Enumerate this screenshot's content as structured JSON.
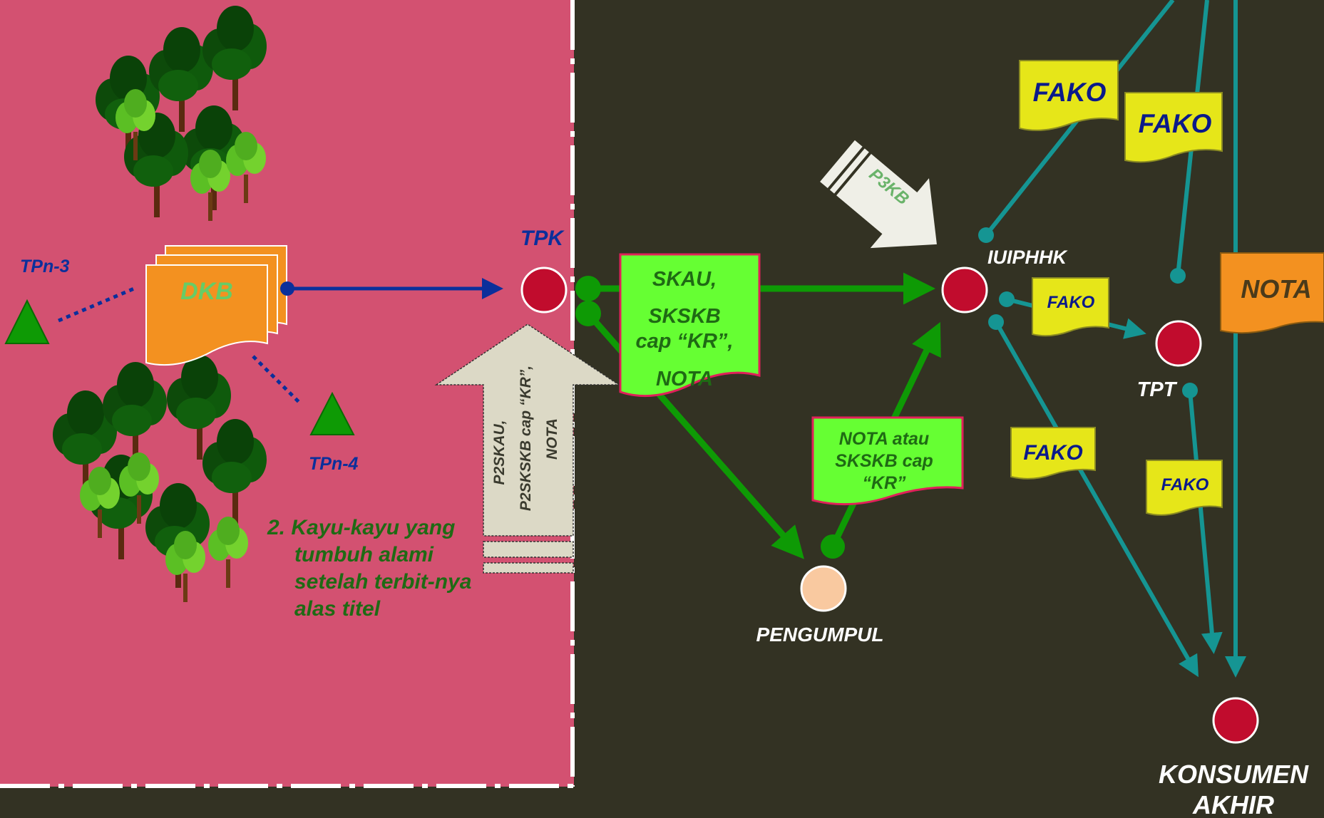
{
  "colors": {
    "background": "#333223",
    "forest_zone": "#d35171",
    "node_red": "#c10c2d",
    "node_collector": "#f9c9a0",
    "green_flow": "#0e9a05",
    "teal_flow": "#159593",
    "blue_flow": "#0b2f9b",
    "doc_green": "#66ff33",
    "doc_yellow": "#e6e619",
    "doc_orange": "#f39120",
    "arrow_gray": "#dcd9c6"
  },
  "nodes": {
    "tpk": "TPK",
    "iuiphhk": "IUIPHHK",
    "tpt": "TPT",
    "pengumpul": "PENGUMPUL",
    "konsumen_line1": "KONSUMEN",
    "konsumen_line2": "AKHIR",
    "tpn3": "TPn-3",
    "tpn4": "TPn-4"
  },
  "documents": {
    "dkb": "DKB",
    "skau_line1": "SKAU,",
    "skau_line2": "SKSKB",
    "skau_line3": "cap “KR”,",
    "skau_line4": "NOTA",
    "nota_sksk_line1": "NOTA  atau",
    "nota_sksk_line2": "SKSKB cap",
    "nota_sksk_line3": "“KR”",
    "fako_1": "FAKO",
    "fako_2": "FAKO",
    "fako_3": "FAKO",
    "fako_4": "FAKO",
    "fako_5": "FAKO",
    "nota_right": "NOTA"
  },
  "arrows": {
    "p3kb": "P3KB",
    "p2_line1": "P2SKAU,",
    "p2_line2": "P2SKSKB cap  “KR”,",
    "p2_line3": "NOTA"
  },
  "note": {
    "line1": "2. Kayu-kayu yang",
    "line2": "tumbuh alami",
    "line3": "setelah terbit-nya",
    "line4": "alas titel"
  }
}
